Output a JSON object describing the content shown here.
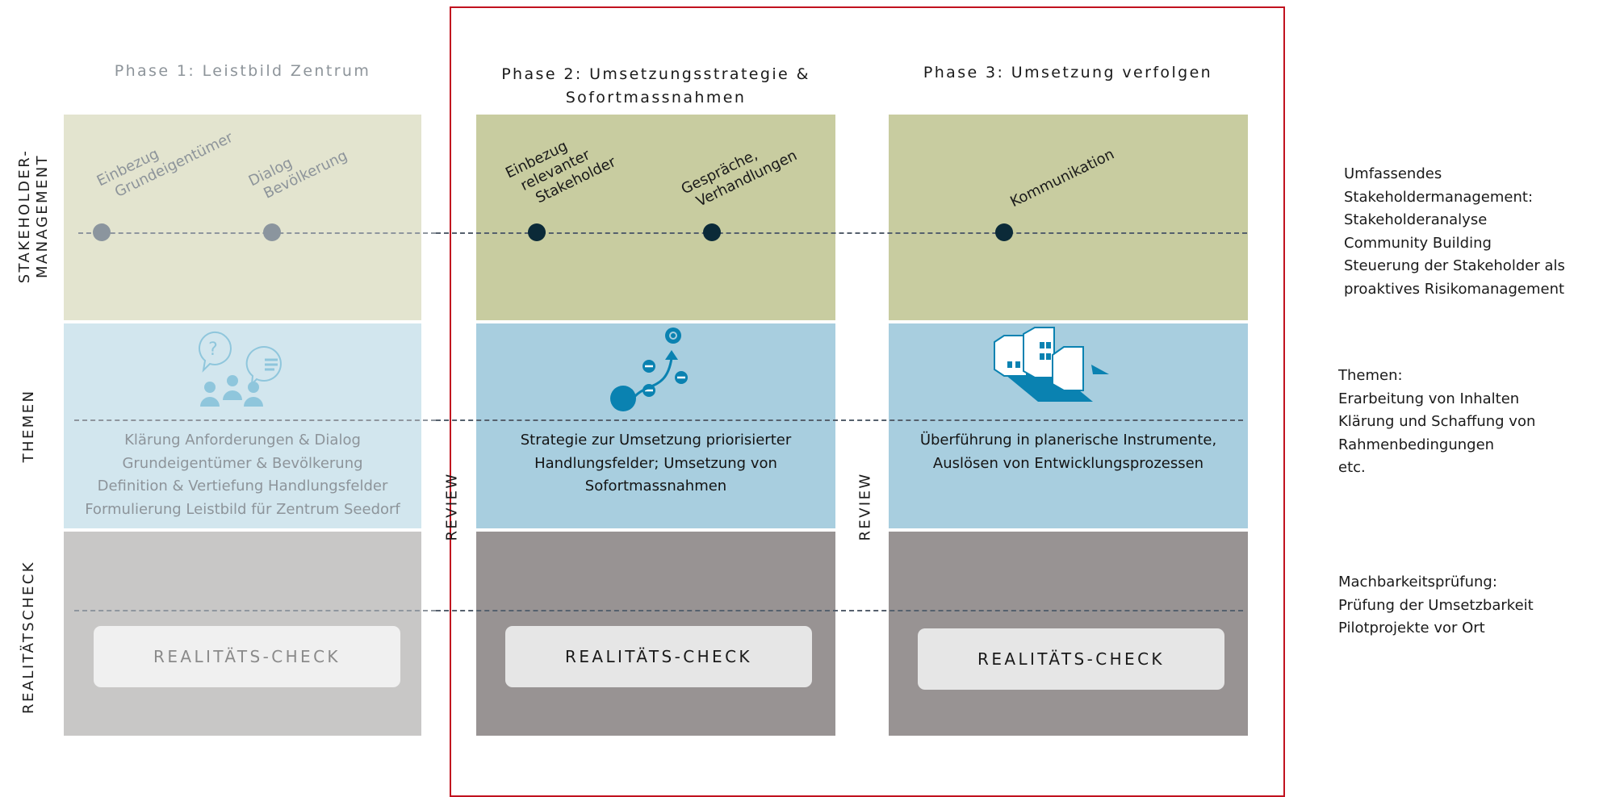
{
  "phases": [
    {
      "title": "Phase 1: Leistbild Zentrum"
    },
    {
      "title_line1": "Phase 2: Umsetzungsstrategie &",
      "title_line2": "Sofortmassnahmen"
    },
    {
      "title": "Phase 3: Umsetzung verfolgen"
    }
  ],
  "rows": {
    "stakeholder": {
      "label_line1": "STAKEHOLDER-",
      "label_line2": "MANAGEMENT"
    },
    "themen": {
      "label": "THEMEN"
    },
    "realitaet": {
      "label": "REALITÄTSCHECK"
    }
  },
  "milestones": {
    "phase1": [
      {
        "line1": "Einbezug",
        "line2": "Grundeigentümer"
      },
      {
        "line1": "Dialog",
        "line2": "Bevölkerung"
      }
    ],
    "phase2": [
      {
        "line1": "Einbezug",
        "line2": "relevanter",
        "line3": "Stakeholder"
      },
      {
        "line1": "Gespräche,",
        "line2": "Verhandlungen"
      }
    ],
    "phase3": [
      {
        "line1": "Kommunikation"
      }
    ]
  },
  "themes": {
    "phase1": [
      "Klärung Anforderungen & Dialog",
      "Grundeigentümer & Bevölkerung",
      "Definition & Vertiefung Handlungsfelder",
      "Formulierung Leistbild für Zentrum Seedorf"
    ],
    "phase2": [
      "Strategie zur Umsetzung priorisierter",
      "Handlungsfelder; Umsetzung von",
      "Sofortmassnahmen"
    ],
    "phase3": [
      "Überführung in planerische Instrumente,",
      "Auslösen von Entwicklungsprozessen"
    ]
  },
  "reality_check": {
    "label": "REALITÄTS-CHECK"
  },
  "review_label": "REVIEW",
  "notes": {
    "stakeholder": [
      "Umfassendes",
      "Stakeholdermanagement:",
      "Stakeholderanalyse",
      "Community Building",
      "Steuerung der Stakeholder als",
      "proaktives Risikomanagement"
    ],
    "themen": [
      "Themen:",
      "Erarbeitung von Inhalten",
      "Klärung und Schaffung von",
      "Rahmenbedingungen",
      "etc."
    ],
    "realitaet": [
      "Machbarkeitsprüfung:",
      "Prüfung der Umsetzbarkeit",
      "Pilotprojekte vor Ort"
    ]
  },
  "icons": {
    "phase1": "dialogue-people-icon",
    "phase2": "strategy-path-icon",
    "phase3": "buildings-icon"
  },
  "colors": {
    "frame": "#c1121f",
    "stake_light": "#e3e4cf",
    "stake": "#c8cca0",
    "themes_light": "#d2e6ee",
    "themes": "#a8cedf",
    "reality_light": "#c8c7c6",
    "reality": "#989393",
    "accent_blue": "#0a82b1"
  }
}
